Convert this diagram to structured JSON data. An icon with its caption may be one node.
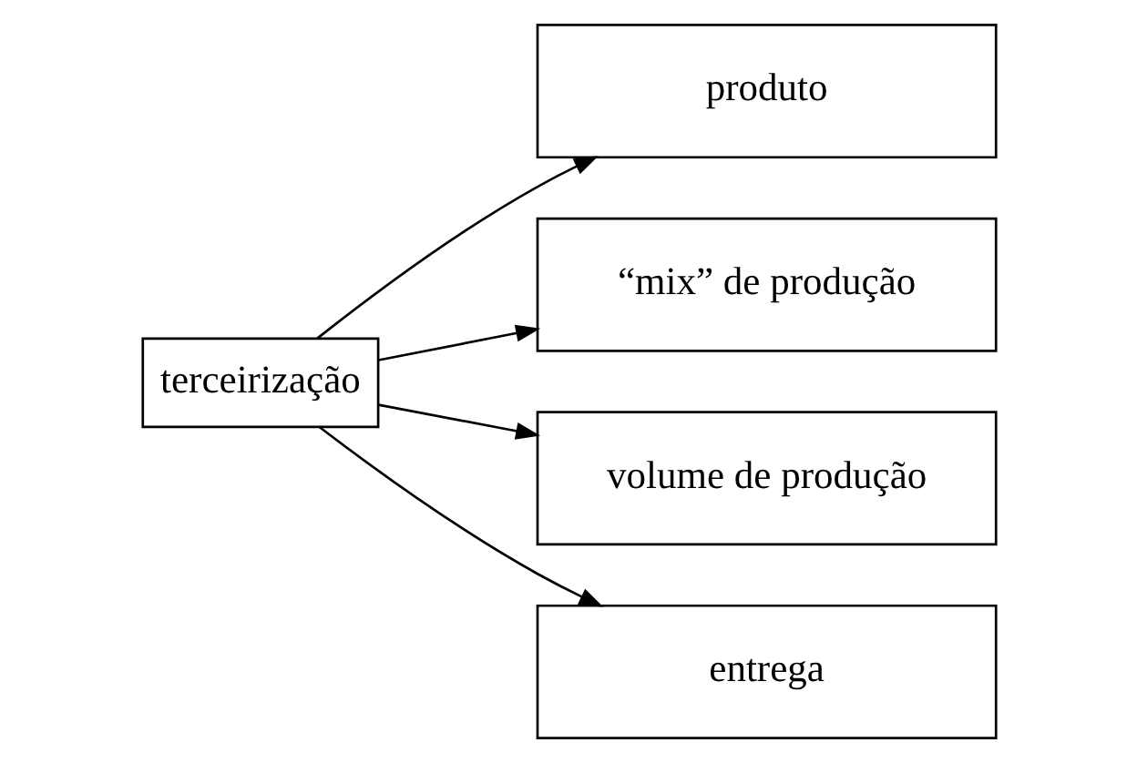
{
  "diagram": {
    "nodes": [
      {
        "text": [
          "terceirização"
        ]
      },
      {
        "text": [
          "produto"
        ]
      },
      {
        "text": [
          "“mix” de produção"
        ]
      },
      {
        "text": [
          "volume de produção"
        ]
      },
      {
        "text": [
          "entrega"
        ]
      }
    ],
    "edges": [
      {
        "from": 0,
        "to": 1,
        "arrow": "to"
      },
      {
        "from": 0,
        "to": 2,
        "arrow": "to"
      },
      {
        "from": 0,
        "to": 3,
        "arrow": "to"
      },
      {
        "from": 0,
        "to": 4,
        "arrow": "to"
      }
    ]
  }
}
